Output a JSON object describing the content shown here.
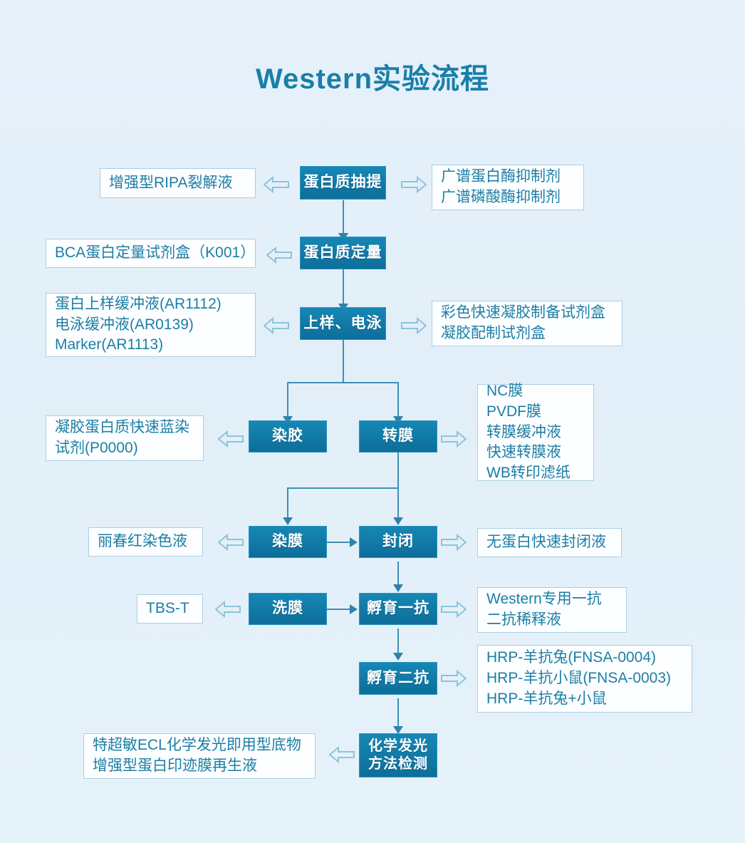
{
  "page": {
    "title": "Western实验流程",
    "background_color": "#e3f0f9",
    "accent_color": "#1179a6",
    "text_color": "#1b7ea6"
  },
  "steps": [
    {
      "id": "protein-extraction",
      "label": "蛋白质抽提"
    },
    {
      "id": "protein-quantitation",
      "label": "蛋白质定量"
    },
    {
      "id": "loading-electrophoresis",
      "label": "上样、电泳"
    },
    {
      "id": "gel-staining",
      "label": "染胶"
    },
    {
      "id": "membrane-transfer",
      "label": "转膜"
    },
    {
      "id": "membrane-staining",
      "label": "染膜"
    },
    {
      "id": "blocking",
      "label": "封闭"
    },
    {
      "id": "membrane-washing",
      "label": "洗膜"
    },
    {
      "id": "primary-antibody",
      "label": "孵育一抗"
    },
    {
      "id": "secondary-antibody",
      "label": "孵育二抗"
    },
    {
      "id": "chemiluminescence",
      "line1": "化学发光",
      "line2": "方法检测"
    }
  ],
  "left_reagents": [
    {
      "id": "ripa-lysis",
      "lines": [
        "增强型RIPA裂解液"
      ]
    },
    {
      "id": "bca-kit",
      "lines": [
        "BCA蛋白定量试剂盒（K001）"
      ]
    },
    {
      "id": "loading-buffers",
      "lines": [
        "蛋白上样缓冲液(AR1112)",
        "电泳缓冲液(AR0139)",
        "Marker(AR1113)"
      ]
    },
    {
      "id": "blue-stain",
      "lines": [
        "凝胶蛋白质快速蓝染",
        "试剂(P0000)"
      ]
    },
    {
      "id": "ponceau",
      "lines": [
        "丽春红染色液"
      ]
    },
    {
      "id": "tbst",
      "lines": [
        "TBS-T"
      ]
    },
    {
      "id": "ecl-substrate",
      "lines": [
        "特超敏ECL化学发光即用型底物",
        "增强型蛋白印迹膜再生液"
      ]
    }
  ],
  "right_reagents": [
    {
      "id": "protease-inhibitors",
      "lines": [
        "广谱蛋白酶抑制剂",
        "广谱磷酸酶抑制剂"
      ]
    },
    {
      "id": "gel-prep-kits",
      "lines": [
        "彩色快速凝胶制备试剂盒",
        "凝胶配制试剂盒"
      ]
    },
    {
      "id": "transfer-materials",
      "lines": [
        "NC膜",
        "PVDF膜",
        "转膜缓冲液",
        "快速转膜液",
        "WB转印滤纸"
      ]
    },
    {
      "id": "blocking-buffer",
      "lines": [
        "无蛋白快速封闭液"
      ]
    },
    {
      "id": "antibody-diluent",
      "lines": [
        "Western专用一抗",
        "二抗稀释液"
      ]
    },
    {
      "id": "hrp-secondary",
      "lines": [
        "HRP-羊抗兔(FNSA-0004)",
        "HRP-羊抗小鼠(FNSA-0003)",
        "HRP-羊抗兔+小鼠"
      ]
    }
  ],
  "arrows": {
    "left_symbol": "⇐",
    "right_symbol": "⇒"
  }
}
